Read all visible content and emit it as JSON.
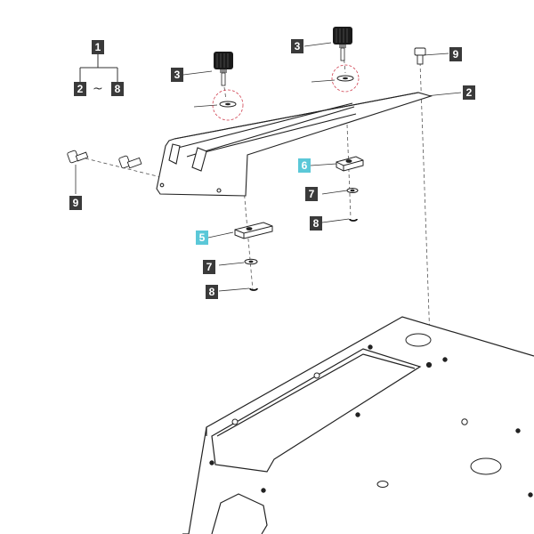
{
  "callouts": {
    "c1": "1",
    "c2_range_start": "2",
    "c8_range_end": "8",
    "tilde": "~",
    "knob_left": "3",
    "knob_right": "3",
    "screw_top": "9",
    "bracket": "2",
    "screw_left": "9",
    "block_right": "6",
    "block_left": "5",
    "washer_right": "7",
    "washer_left": "7",
    "clip_right": "8",
    "clip_left": "8"
  },
  "colors": {
    "label_dark": "#3a3a3a",
    "label_highlight": "#5bc8d8",
    "line": "#222222",
    "detail_circle": "#d04050"
  }
}
